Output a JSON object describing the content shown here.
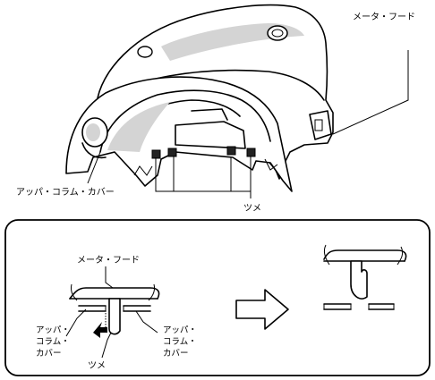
{
  "top_view": {
    "meter_hood_label": "メータ・フード",
    "upper_column_cover_label": "アッパ・コラム・カバー",
    "claw_label": "ツメ"
  },
  "detail_view": {
    "meter_hood_label": "メータ・フード",
    "left_cover_label": [
      "アッパ・",
      "コラム・",
      "カバー"
    ],
    "right_cover_label": [
      "アッパ・",
      "コラム・",
      "カバー"
    ],
    "claw_label": "ツメ"
  }
}
